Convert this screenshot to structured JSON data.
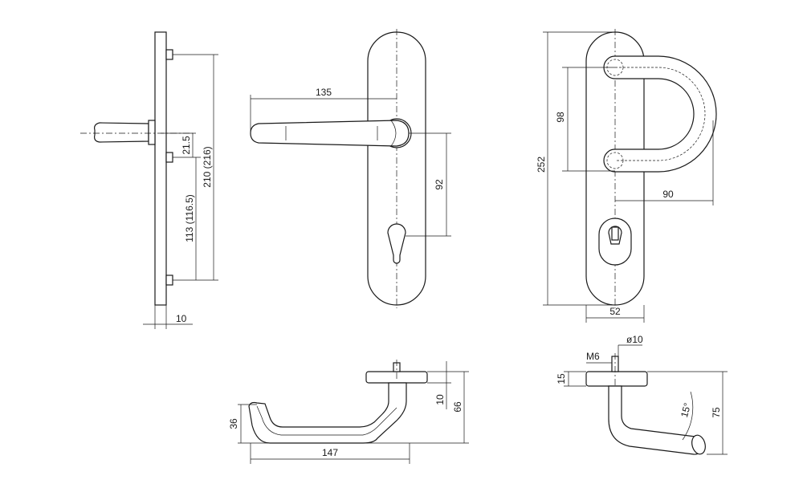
{
  "dimensions": {
    "side_view": {
      "d_21_5": "21.5",
      "d_210_216": "210 (216)",
      "d_113_116_5": "113 (116.5)",
      "d_10": "10"
    },
    "front_lever": {
      "d_135": "135",
      "d_92": "92"
    },
    "front_pull": {
      "d_98": "98",
      "d_252": "252",
      "d_90": "90",
      "d_52": "52"
    },
    "lever_profile": {
      "d_36": "36",
      "d_147": "147",
      "d_10": "10",
      "d_66": "66"
    },
    "pull_profile": {
      "d_M6": "M6",
      "d_o10": "ø10",
      "d_15": "15",
      "d_15deg": "15°",
      "d_75": "75"
    }
  }
}
